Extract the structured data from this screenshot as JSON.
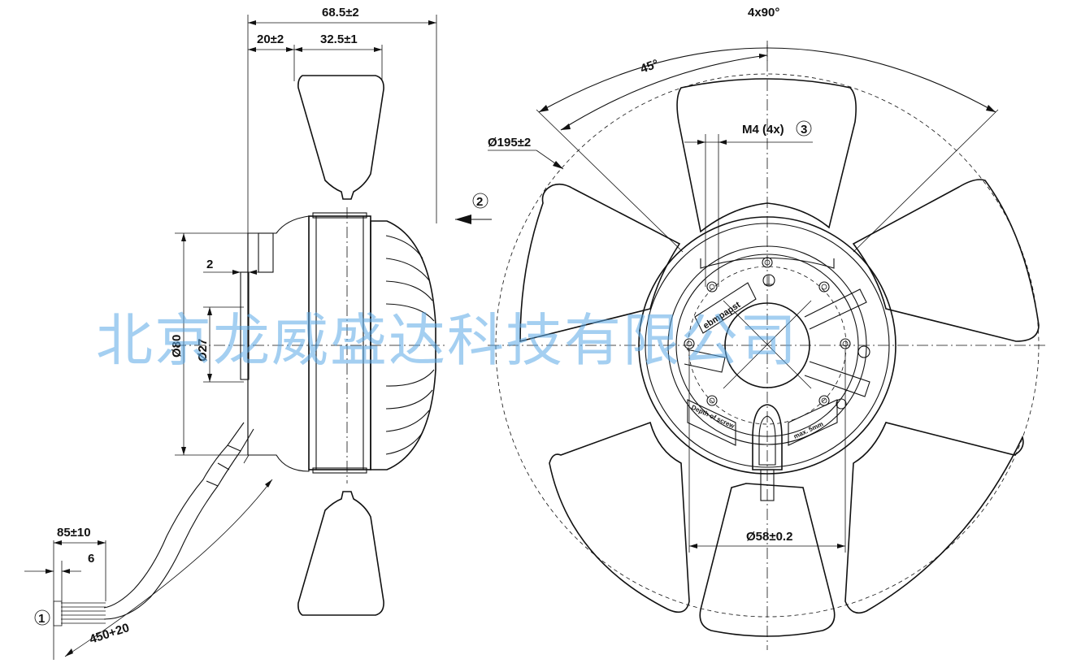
{
  "side_view": {
    "dim_overall": "68.5±2",
    "dim_front": "20±2",
    "dim_blade": "32.5±1",
    "dim_flange": "2",
    "dim_dia_body": "Ø80",
    "dim_dia_hub": "Ø27",
    "airflow_marker": "2",
    "cable_marker": "1",
    "dim_strip": "85±10",
    "dim_strip_inner": "6",
    "dim_cable_length": "450+20"
  },
  "front_view": {
    "dim_pitch": "4x90°",
    "dim_angle": "45°",
    "dim_fan_dia": "Ø195±2",
    "dim_thread": "M4 (4x)",
    "thread_marker": "3",
    "dim_bolt_circle": "Ø58±0.2",
    "label_brand": "ebmpapst",
    "label_screw_depth": "Depth of screw",
    "label_max": "max. 5mm"
  },
  "watermark": {
    "text": "北京龙威盛达科技有限公司",
    "color": "#5aa9e6"
  }
}
